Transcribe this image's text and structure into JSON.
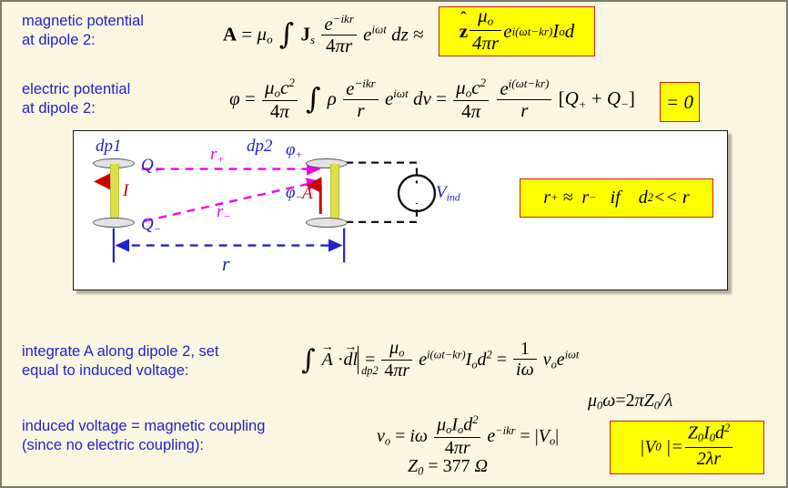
{
  "slide": {
    "background_color": "#fbf6e1",
    "text_color": "#2222cc",
    "highlight_color": "#ffff00",
    "highlight_border_color": "#cc2200"
  },
  "rows": {
    "magnetic_potential": {
      "label": "magnetic potential\nat dipole 2:",
      "equation_plain": "A = μₒ ∫ Jₛ (e^{-ikr} / 4πr) e^{iωt} dz ≈",
      "highlight_plain": "ẑ (μₒ / 4πr) e^{i(ωt−kr)} Iₒ d",
      "pieces": {
        "A": "A",
        "eq": "=",
        "mu_o": "μ",
        "mu_sub": "o",
        "integral": "∫",
        "J": "J",
        "J_sub": "s",
        "num": "e",
        "num_sup": "−ikr",
        "den_4": "4",
        "den_pi": "π",
        "den_r": "r",
        "e2": "e",
        "e2_sup": "iωt",
        "dz": "dz",
        "approx": "≈",
        "zhat": "z",
        "e3": "e",
        "e3_sup": "i(ωt−kr)",
        "I": "I",
        "I_sub": "o",
        "d": "d"
      }
    },
    "electric_potential": {
      "label": "electric potential\nat dipole 2:",
      "equation_plain": "ϕ = (μₒc² / 4π) ∫ ρ (e^{-ikr} / r) e^{iωt} dv = (μₒc² / 4π) (e^{i(ωt−kr)} / r) [Q₊ + Q₋]",
      "highlight_plain": "= 0",
      "pieces": {
        "phi": "ϕ",
        "eq": "=",
        "mu": "μ",
        "mu_sub": "o",
        "c": "c",
        "c_sup": "2",
        "four": "4",
        "pi": "π",
        "integral": "∫",
        "rho": "ρ",
        "e": "e",
        "e_sup": "−ikr",
        "r": "r",
        "e2": "e",
        "e2_sup": "iωt",
        "dv": "dv",
        "e3_sup": "i(ωt−kr)",
        "bracket_open": "[",
        "Q": "Q",
        "Q_plus": "+",
        "plus": "+",
        "Q_minus": "−",
        "bracket_close": "]",
        "zero": "= 0"
      }
    },
    "integrate": {
      "label": "integrate A along dipole 2, set\nequal to induced voltage:",
      "equation_plain": "∫ A⃗·dl⃗ |_{dp2} = (μₒ / 4πr) e^{i(ωt−kr)} Iₒ d² = (1 / iω) vₒ e^{iωt}",
      "pieces": {
        "integral": "∫",
        "A": "A",
        "dot": "·",
        "dl": "dl",
        "eval_label": "dp2",
        "eq": "=",
        "mu": "μ",
        "mu_sub": "o",
        "four": "4",
        "pi": "π",
        "r": "r",
        "e": "e",
        "e_sup": "i(ωt−kr)",
        "I": "I",
        "I_sub": "o",
        "d": "d",
        "d_sup": "2",
        "one": "1",
        "i_omega": "iω",
        "v": "v",
        "v_sub": "o",
        "e2": "e",
        "e2_sup": "iωt"
      }
    },
    "induced_voltage": {
      "label": "induced voltage = magnetic coupling\n(since no electric coupling):",
      "equation_plain": "vₒ = iω (μₒIₒd² / 4πr) e^{-ikr} = |Vₒ|",
      "impedance_plain": "Z₀ = 377 Ω",
      "pieces": {
        "v": "v",
        "v_sub": "o",
        "eq": "=",
        "i_omega": "iω",
        "mu": "μ",
        "mu_sub": "o",
        "I": "I",
        "I_sub": "o",
        "d": "d",
        "d_sup": "2",
        "four": "4",
        "pi": "π",
        "r": "r",
        "e": "e",
        "e_sup": "−ikr",
        "abs": "|V",
        "abs_sub": "o",
        "abs_close": "|",
        "Z": "Z",
        "Z_sub": "0",
        "eq2": "=",
        "value": "377",
        "ohm": "Ω"
      }
    },
    "mu_omega_note": {
      "plain": "μ₀ω = 2πZ₀/λ",
      "pieces": {
        "mu": "μ",
        "mu_sub": "0",
        "omega": "ω",
        "eq": "=",
        "two_pi": "2π",
        "Z": "Z",
        "Z_sub": "0",
        "slash_lambda": "/λ"
      }
    },
    "final_result": {
      "plain": "|V₀| = Z₀I₀d² / 2λr",
      "pieces": {
        "absV": "|V",
        "absV_sub": "0",
        "eq": "|=",
        "Z": "Z",
        "Z_sub": "0",
        "I": "I",
        "I_sub": "0",
        "d": "d",
        "d_sup": "2",
        "two": "2",
        "lambda": "λ",
        "r": "r"
      }
    }
  },
  "diagram": {
    "dipole1_label": "dp1",
    "dipole2_label": "dp2",
    "charge_plus": "Q",
    "charge_plus_sub": "+",
    "charge_minus": "Q",
    "charge_minus_sub": "−",
    "current_label": "I",
    "vector_potential_label": "A",
    "r_plus": "r",
    "r_plus_sub": "+",
    "r_minus": "r",
    "r_minus_sub": "−",
    "phi_plus": "ϕ",
    "phi_plus_sub": "+",
    "phi_minus": "ϕ",
    "phi_minus_sub": "−",
    "induced_voltage_label": "V",
    "induced_voltage_sub": "ind",
    "distance_label": "r",
    "approximation": {
      "r_plus": "r",
      "r_plus_sub": "+",
      "approx": "≈",
      "r_minus": "r",
      "r_minus_sub": "−",
      "if": "if",
      "d": "d",
      "d_sup": "2",
      "much_less": "<<",
      "r": "r",
      "plain": "r₊ ≈ r₋   if   d² << r"
    },
    "colors": {
      "dipole_ray": "#ee00ee",
      "distance_arrow": "#2222cc",
      "current_arrow": "#cc0000",
      "rod": "#dbe04a",
      "plate": "#e2e2e2"
    }
  }
}
